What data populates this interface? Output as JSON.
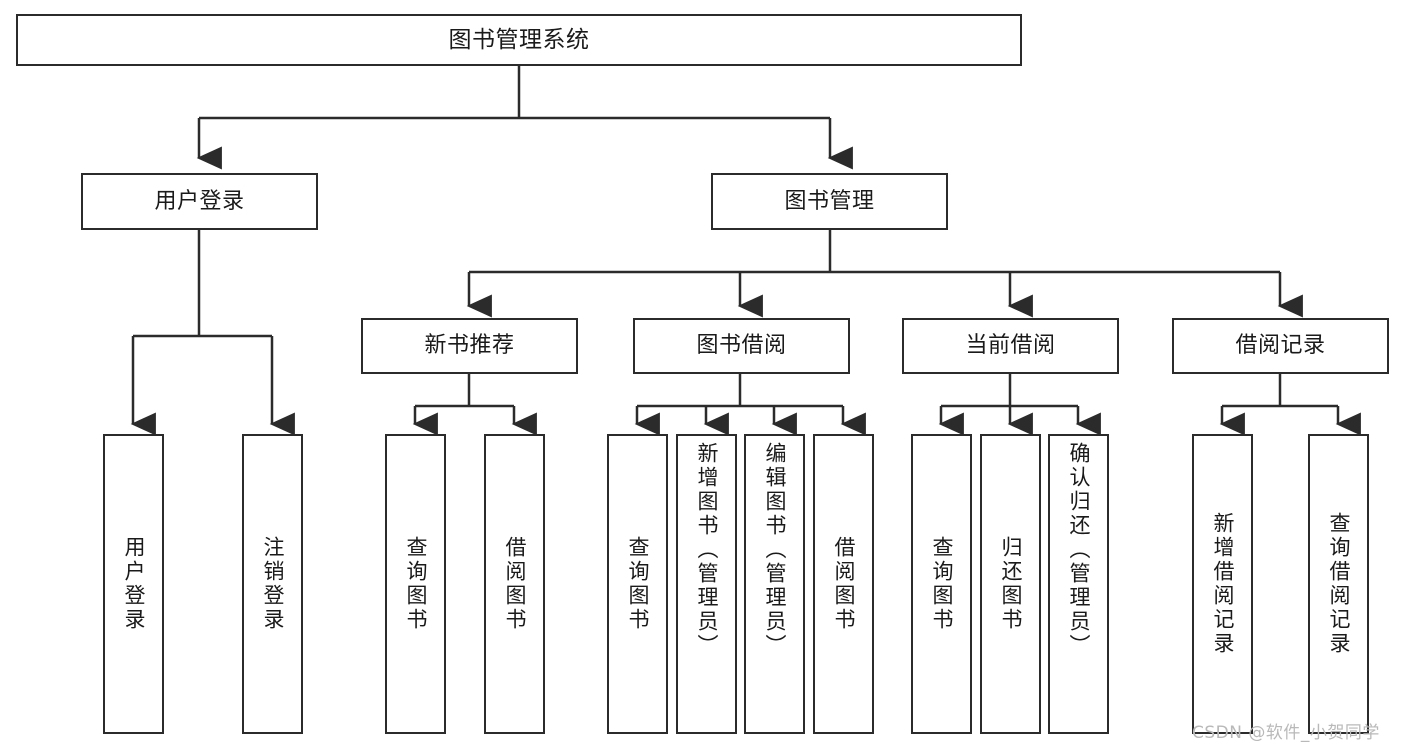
{
  "diagram": {
    "type": "tree-hierarchy",
    "title": "图书管理系统",
    "orientation": "top-down",
    "colors": {
      "box_border": "#2b2b2b",
      "box_fill": "#ffffff",
      "connector": "#2b2b2b",
      "text": "#1a1a1a",
      "watermark": "#b9b9b9"
    }
  },
  "nodes": {
    "root": {
      "label": "图书管理系统"
    },
    "level2": [
      {
        "id": "user-login",
        "label": "用户登录"
      },
      {
        "id": "book-manage",
        "label": "图书管理"
      }
    ],
    "level3": [
      {
        "id": "new-book-recommend",
        "label": "新书推荐"
      },
      {
        "id": "book-borrow",
        "label": "图书借阅"
      },
      {
        "id": "current-borrow",
        "label": "当前借阅"
      },
      {
        "id": "borrow-record",
        "label": "借阅记录"
      }
    ],
    "leaves": {
      "user-login": [
        {
          "id": "leaf-user-login",
          "label": "用户登录"
        },
        {
          "id": "leaf-user-logout",
          "label": "注销登录"
        }
      ],
      "new-book-recommend": [
        {
          "id": "leaf-query-book-1",
          "label": "查询图书"
        },
        {
          "id": "leaf-borrow-book-1",
          "label": "借阅图书"
        }
      ],
      "book-borrow": [
        {
          "id": "leaf-query-book-2",
          "label": "查询图书"
        },
        {
          "id": "leaf-add-book",
          "label": "新增图书（管理员）"
        },
        {
          "id": "leaf-edit-book",
          "label": "编辑图书（管理员）"
        },
        {
          "id": "leaf-borrow-book-2",
          "label": "借阅图书"
        }
      ],
      "current-borrow": [
        {
          "id": "leaf-query-book-3",
          "label": "查询图书"
        },
        {
          "id": "leaf-return-book",
          "label": "归还图书"
        },
        {
          "id": "leaf-confirm-return",
          "label": "确认归还（管理员）"
        }
      ],
      "borrow-record": [
        {
          "id": "leaf-add-record",
          "label": "新增借阅记录"
        },
        {
          "id": "leaf-query-record",
          "label": "查询借阅记录"
        }
      ]
    }
  },
  "watermark": {
    "text": "CSDN @软件_小贺同学"
  }
}
